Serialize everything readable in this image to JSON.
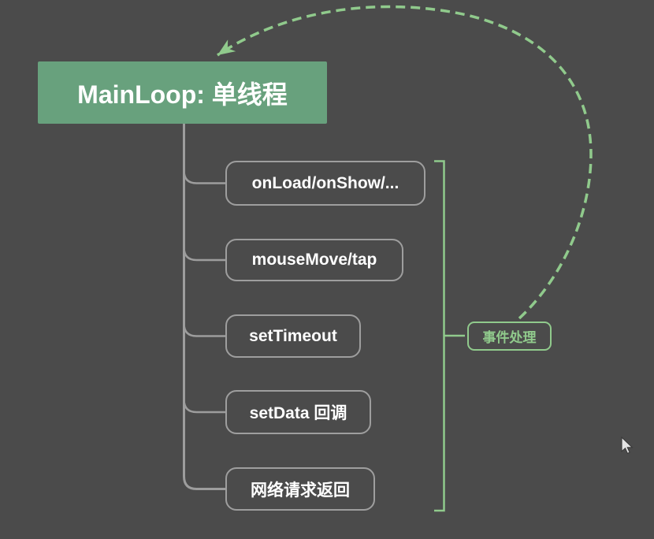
{
  "root": {
    "label": "MainLoop: 单线程"
  },
  "children": [
    {
      "label": "onLoad/onShow/..."
    },
    {
      "label": "mouseMove/tap"
    },
    {
      "label": "setTimeout"
    },
    {
      "label": "setData 回调"
    },
    {
      "label": "网络请求返回"
    }
  ],
  "summary": {
    "label": "事件处理"
  },
  "colors": {
    "background": "#4b4b4b",
    "root_node_fill": "#68a17d",
    "accent_green": "#90ca8c",
    "connector_gray": "#9d9d9d",
    "node_border_gray": "#9e9e9e",
    "node_text": "#ffffff"
  },
  "icons": {
    "relationship_arrowhead": "chevron-arrowhead",
    "mouse_cursor": "arrow-pointer"
  }
}
